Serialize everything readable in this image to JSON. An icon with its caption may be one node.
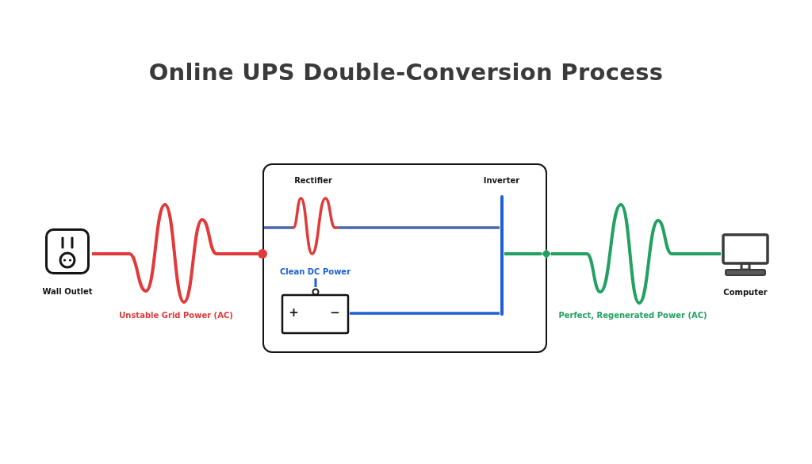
{
  "diagram": {
    "title": "Online UPS Double-Conversion Process",
    "nodes": [
      {
        "text": [
          "Wall Outlet"
        ]
      },
      {
        "text": [],
        "shape": "circle"
      },
      {
        "text": [],
        "shape": "box"
      },
      {
        "text": [
          "Rectifier"
        ],
        "in": 2
      },
      {
        "text": [
          "Inverter"
        ],
        "in": 2
      },
      {
        "text": [
          "Clean DC Power"
        ],
        "in": 2
      },
      {
        "text": [
          "+",
          "−"
        ],
        "in": 2
      },
      {
        "text": [],
        "shape": "diamond"
      },
      {
        "text": [
          "Computer"
        ]
      }
    ],
    "edges": [
      {
        "from": 0,
        "to": 1,
        "arrow": "none",
        "label": "Unstable Grid Power (AC)",
        "color": "#e03a3a"
      },
      {
        "from": 3,
        "to": 4,
        "arrow": "none",
        "color": "#4a66ad"
      },
      {
        "from": 6,
        "to": 4,
        "arrow": "none",
        "color": "#1d5fd6"
      },
      {
        "from": 5,
        "to": 6,
        "arrow": "none",
        "color": "#1d5fd6"
      },
      {
        "from": 4,
        "to": 7,
        "arrow": "none",
        "color": "#23a062"
      },
      {
        "from": 7,
        "to": 8,
        "arrow": "none",
        "label": "Perfect, Regenerated Power (AC)",
        "color": "#23a062"
      }
    ]
  }
}
